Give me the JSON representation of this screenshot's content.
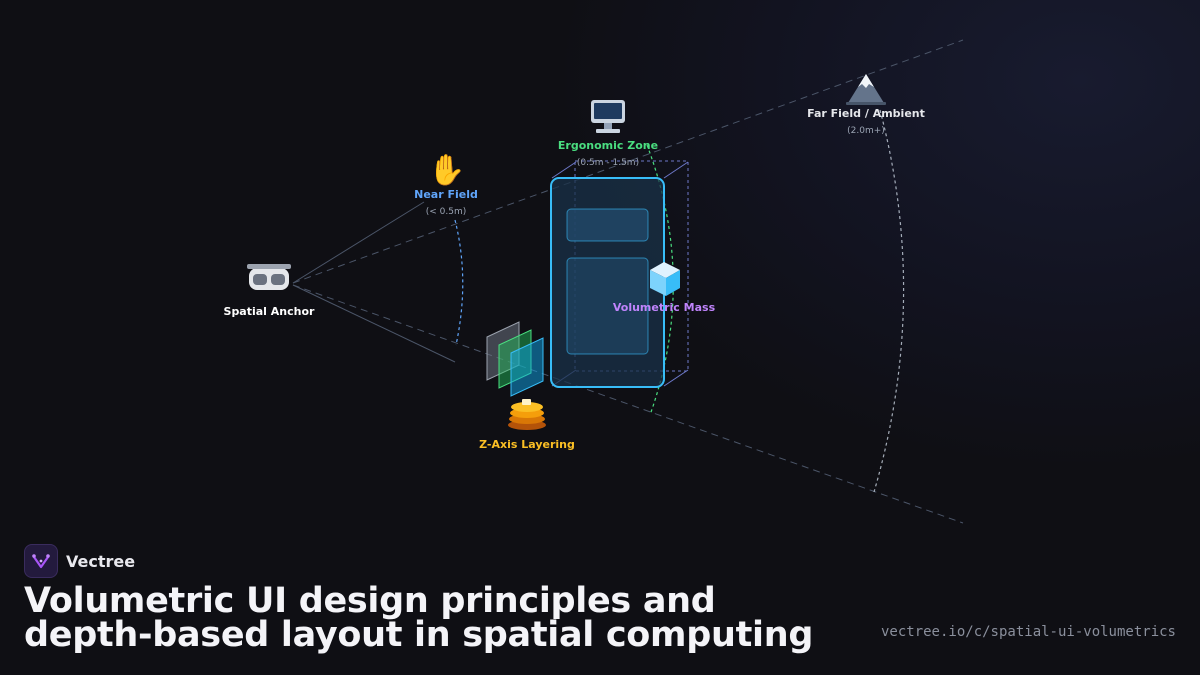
{
  "brand": {
    "name": "Vectree",
    "logo_icon": "vectree-logo-icon",
    "accent": "#a855f7"
  },
  "title": "Volumetric UI design principles and depth-based layout in spatial computing",
  "url": "vectree.io/c/spatial-ui-volumetrics",
  "diagram": {
    "nodes": {
      "anchor": {
        "label": "Spatial Anchor",
        "icon": "vr-headset-icon",
        "color": "#ffffff"
      },
      "near": {
        "label": "Near Field",
        "sub": "(< 0.5m)",
        "icon": "raised-hand-icon",
        "color": "#60a5fa"
      },
      "ergonomic": {
        "label": "Ergonomic Zone",
        "sub": "(0.5m - 1.5m)",
        "icon": "desktop-computer-icon",
        "color": "#4ade80"
      },
      "far": {
        "label": "Far Field / Ambient",
        "sub": "(2.0m+)",
        "icon": "mountain-icon",
        "color": "#e5e7eb"
      },
      "volumetric": {
        "label": "Volumetric Mass",
        "icon": "ice-cube-icon",
        "color": "#c084fc"
      },
      "zaxis": {
        "label": "Z-Axis Layering",
        "icon": "pancakes-icon",
        "color": "#fbbf24"
      }
    },
    "colors": {
      "panel": "#38bdf8",
      "layer_gray": "#9ca3af",
      "layer_green": "#4ade80",
      "layer_cyan": "#38bdf8",
      "frustum": "#64748b"
    }
  }
}
